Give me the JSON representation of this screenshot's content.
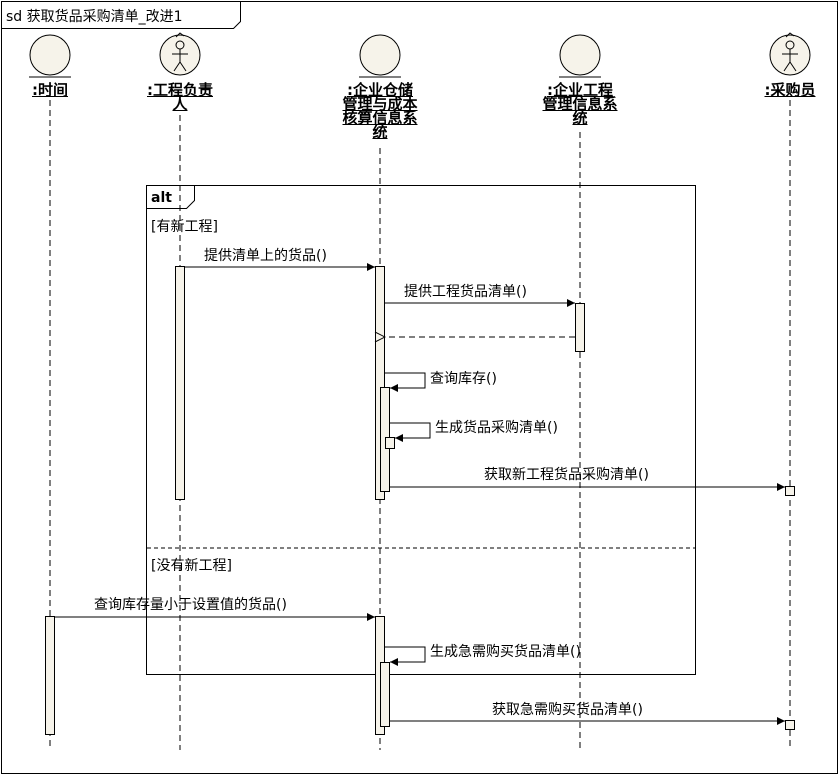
{
  "diagram": {
    "title": "sd 获取货品采购清单_改进1",
    "lifelines": [
      {
        "id": "time",
        "name": ":时间",
        "kind": "control"
      },
      {
        "id": "engineer",
        "name": ":工程负责\n人",
        "kind": "actor"
      },
      {
        "id": "warehouse",
        "name": ":企业仓储\n管理与成本\n核算信息系\n统",
        "kind": "control"
      },
      {
        "id": "erp",
        "name": ":企业工程\n管理信息系\n统",
        "kind": "control"
      },
      {
        "id": "buyer",
        "name": ":采购员",
        "kind": "actor"
      }
    ],
    "fragment": {
      "operator": "alt",
      "guards": [
        "[有新工程]",
        "[没有新工程]"
      ]
    },
    "messages": [
      {
        "id": "m1",
        "label": "提供清单上的货品()"
      },
      {
        "id": "m2",
        "label": "提供工程货品清单()"
      },
      {
        "id": "m3",
        "label": ""
      },
      {
        "id": "m4",
        "label": "查询库存()"
      },
      {
        "id": "m5",
        "label": "生成货品采购清单()"
      },
      {
        "id": "m6",
        "label": "获取新工程货品采购清单()"
      },
      {
        "id": "m7",
        "label": "查询库存量小于设置值的货品()"
      },
      {
        "id": "m8",
        "label": "生成急需购买货品清单()"
      },
      {
        "id": "m9",
        "label": "获取急需购买货品清单()"
      }
    ]
  }
}
